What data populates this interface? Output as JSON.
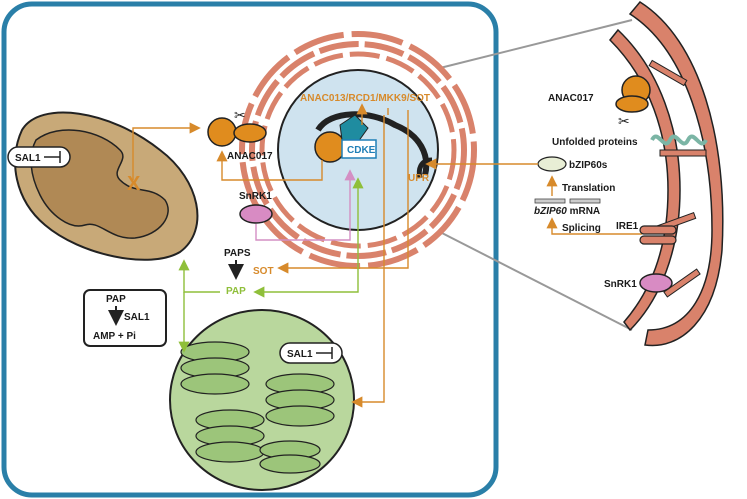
{
  "labels": {
    "sal1_mito": "SAL1",
    "anac017_left": "ANAC017",
    "nucleus_top": "ANAC013/RCD1/MKK9/SOT",
    "cdke": "CDKE",
    "upr": "UPR",
    "snrk1_left": "SnRK1",
    "paps": "PAPS",
    "sot": "SOT",
    "pap": "PAP",
    "box_pap": "PAP",
    "box_sal1": "SAL1",
    "box_amp": "AMP + Pi",
    "sal1_chloro": "SAL1",
    "anac017_right": "ANAC017",
    "unfolded": "Unfolded proteins",
    "bzip60s": "bZIP60s",
    "translation": "Translation",
    "bzip60_mrna_gene": "bZIP60",
    "bzip60_mrna_suffix": " mRNA",
    "splicing": "Splicing",
    "ire1": "IRE1",
    "snrk1_right": "SnRK1"
  },
  "colors": {
    "cell_border": "#2a7fa8",
    "orange_arrow": "#d78a2b",
    "green_arrow": "#8fbf3a",
    "pink_arrow": "#d48fc4",
    "er": "#d9826b",
    "nucleus": "#cfe3ef",
    "mito": "#c8a978",
    "chloro": "#b9d79d",
    "protein_orange": "#e08c1e",
    "snrk1": "#d88bc3",
    "cdke_teal": "#1f8ca0"
  }
}
